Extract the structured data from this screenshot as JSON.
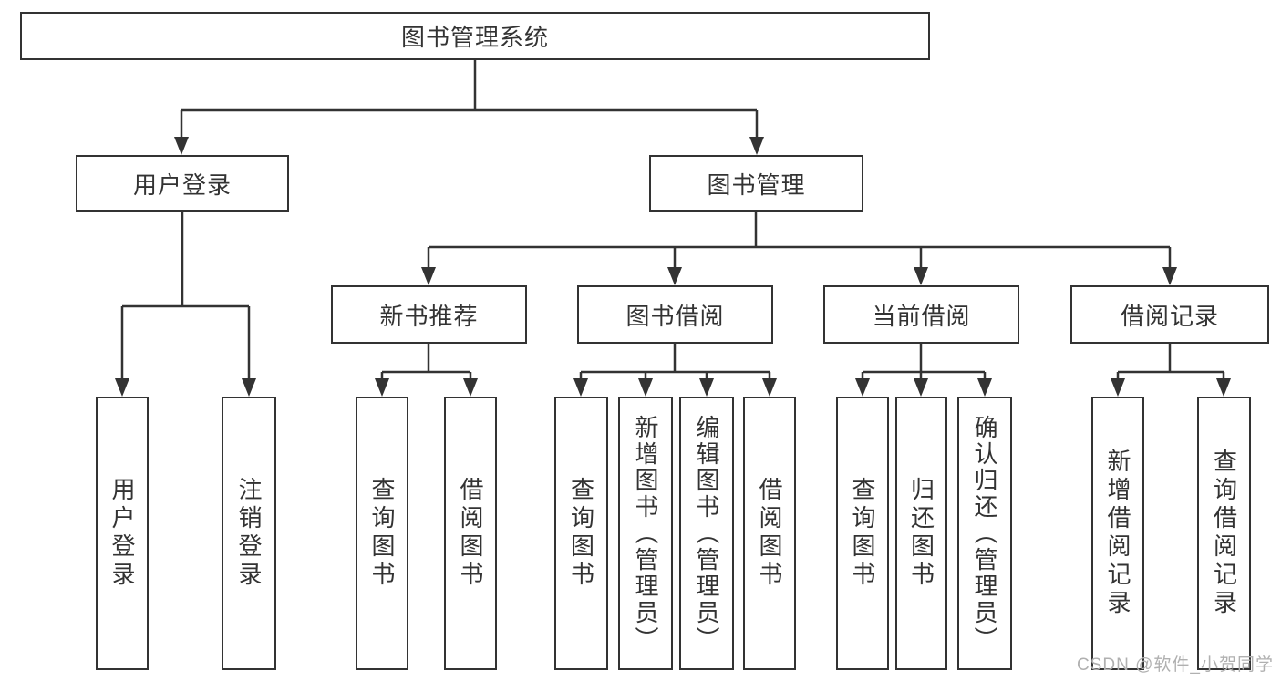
{
  "diagram": {
    "title": "图书管理系统",
    "branches": [
      {
        "label": "用户登录",
        "children": [
          {
            "label": "用户登录"
          },
          {
            "label": "注销登录"
          }
        ]
      },
      {
        "label": "图书管理",
        "children": [
          {
            "label": "新书推荐",
            "children": [
              {
                "label": "查询图书"
              },
              {
                "label": "借阅图书"
              }
            ]
          },
          {
            "label": "图书借阅",
            "children": [
              {
                "label": "查询图书"
              },
              {
                "label": "新增图书（管理员）"
              },
              {
                "label": "编辑图书（管理员）"
              },
              {
                "label": "借阅图书"
              }
            ]
          },
          {
            "label": "当前借阅",
            "children": [
              {
                "label": "查询图书"
              },
              {
                "label": "归还图书"
              },
              {
                "label": "确认归还（管理员）"
              }
            ]
          },
          {
            "label": "借阅记录",
            "children": [
              {
                "label": "新增借阅记录"
              },
              {
                "label": "查询借阅记录"
              }
            ]
          }
        ]
      }
    ]
  },
  "watermark": {
    "text": "CSDN @软件_小贺同学"
  },
  "colors": {
    "line": "#333333",
    "box_border": "#333333",
    "text": "#333333",
    "watermark": "#b0b0b0",
    "background": "#ffffff"
  }
}
